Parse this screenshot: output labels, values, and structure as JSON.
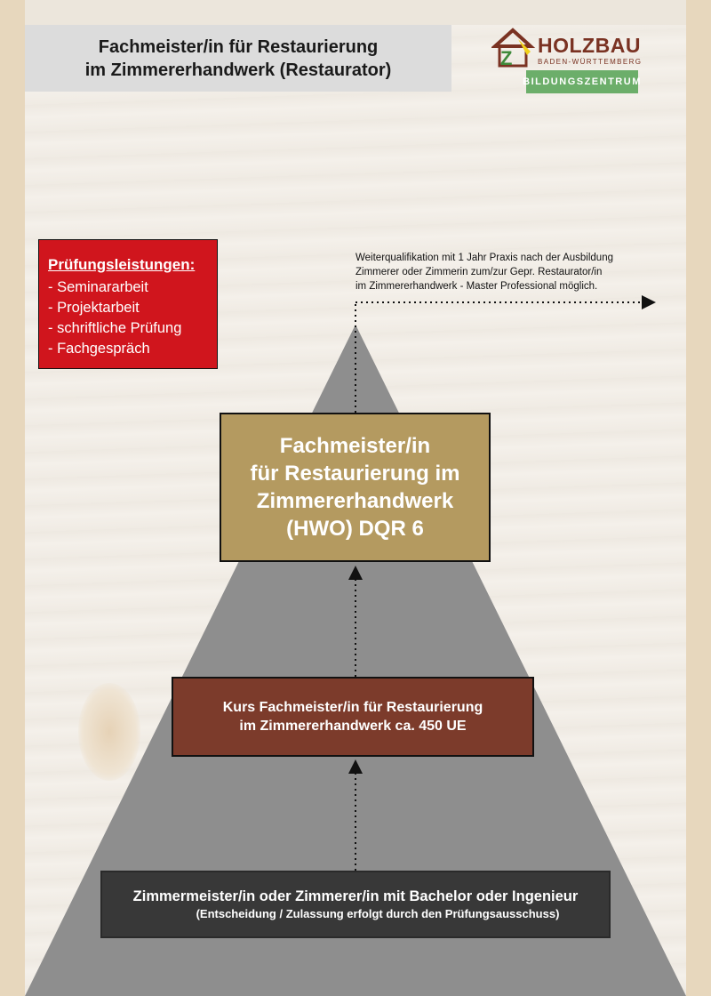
{
  "header": {
    "title_line1": "Fachmeister/in für Restaurierung",
    "title_line2": "im Zimmererhandwerk (Restaurator)"
  },
  "logo": {
    "brand": "HOLZBAU",
    "region": "BADEN-WÜRTTEMBERG",
    "badge": "BILDUNGSZENTRUM",
    "icon": "house-logo-icon",
    "colors": {
      "brand": "#7a3222",
      "green": "#6cae6a",
      "yellow": "#f2d21a"
    }
  },
  "pruefung": {
    "title": "Prüfungsleistungen:",
    "items": [
      "- Seminararbeit",
      "- Projektarbeit",
      "- schriftliche Prüfung",
      "- Fachgespräch"
    ]
  },
  "note": {
    "line1": "Weiterqualifikation mit 1 Jahr Praxis nach der Ausbildung",
    "line2": "Zimmerer oder Zimmerin zum/zur Gepr. Restaurator/in",
    "line3": "im Zimmererhandwerk - Master Professional möglich."
  },
  "levels": {
    "top": {
      "line1": "Fachmeister/in",
      "line2": "für Restaurierung im",
      "line3": "Zimmererhandwerk",
      "line4": "(HWO) DQR 6"
    },
    "middle": {
      "line1": "Kurs Fachmeister/in für Restaurierung",
      "line2": "im Zimmererhandwerk ca. 450 UE"
    },
    "bottom": {
      "line1": "Zimmermeister/in oder Zimmerer/in mit Bachelor oder Ingenieur",
      "line2": "(Entscheidung / Zulassung erfolgt durch den Prüfungsausschuss)"
    }
  },
  "colors": {
    "pyramid": "#8e8e8e",
    "gold": "#b49a60",
    "brown": "#7c3b2b",
    "dark": "#383838",
    "red": "#d0151d"
  }
}
